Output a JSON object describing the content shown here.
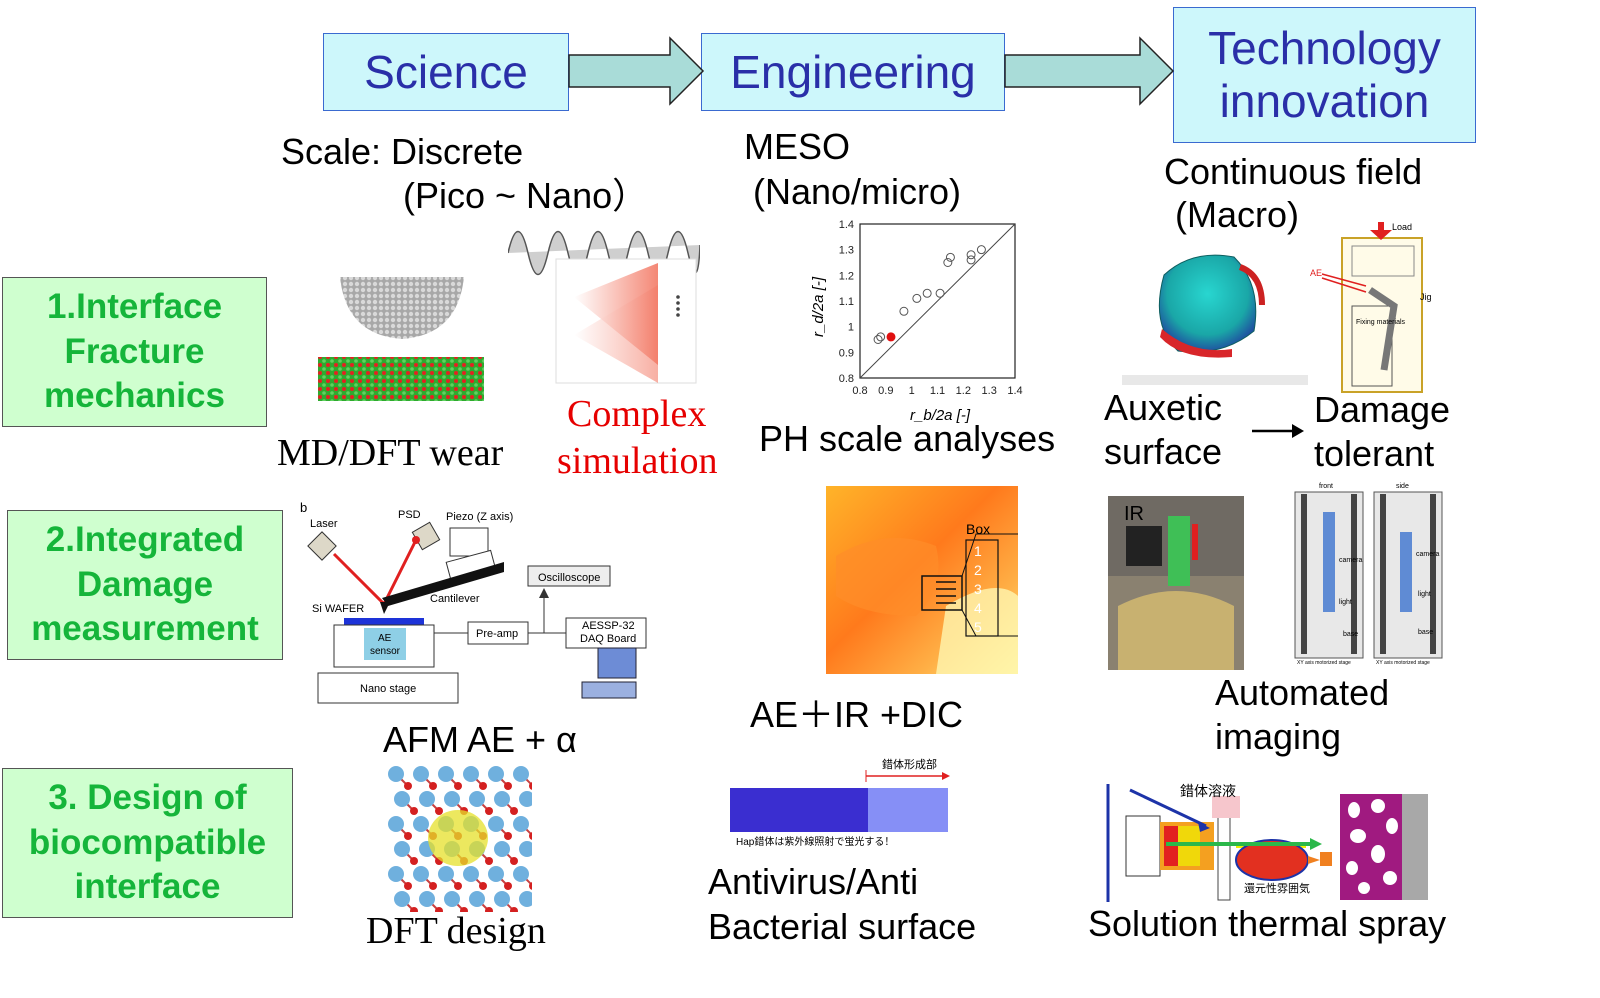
{
  "stages": {
    "science": "Science",
    "engineering": "Engineering",
    "technology_line1": "Technology",
    "technology_line2": "innovation"
  },
  "scales": {
    "science_line1": "Scale:  Discrete",
    "science_line2": "(Pico ~ Nano）",
    "engineering_line1": "MESO",
    "engineering_line2": "(Nano/micro)",
    "technology_line1": "Continuous field",
    "technology_line2": "(Macro)"
  },
  "rows": [
    {
      "line1": "1.Interface",
      "line2": "Fracture",
      "line3": "mechanics"
    },
    {
      "line1": "2.Integrated",
      "line2": "Damage",
      "line3": "measurement"
    },
    {
      "line1": "3. Design of",
      "line2": "biocompatible",
      "line3": "interface"
    }
  ],
  "captions": {
    "md_dft_wear": "MD/DFT wear",
    "complex_line1": "Complex",
    "complex_line2": "simulation",
    "ph_scale": "PH scale analyses",
    "auxetic_line1": "Auxetic",
    "auxetic_line2": "surface",
    "damage_line1": "Damage",
    "damage_line2": "tolerant",
    "afm_ae": "AFM AE + α",
    "ae_ir_dic": "AE＋IR +DIC",
    "automated_line1": "Automated",
    "automated_line2": "imaging",
    "dft_design": "DFT design",
    "antivirus_line1": "Antivirus/Anti",
    "antivirus_line2": "Bacterial surface",
    "solution_spray": "Solution thermal spray"
  },
  "colors": {
    "stage_fill": "#cdf7fb",
    "stage_text": "#2a2fa8",
    "row_fill": "#cfffcf",
    "row_text": "#15b53a",
    "complex_text": "#e60000",
    "arrow_fill": "#a9dcd8"
  },
  "afm_diagram": {
    "panel_letter": "b",
    "laser": "Laser",
    "psd": "PSD",
    "piezo": "Piezo (Z axis)",
    "oscilloscope": "Oscilloscope",
    "cantilever": "Cantilever",
    "si_wafer": "Si WAFER",
    "ae_sensor_1": "AE",
    "ae_sensor_2": "sensor",
    "pre_amp": "Pre-amp",
    "daq_1": "AESSP-32",
    "daq_2": "DAQ Board",
    "nano_stage": "Nano stage"
  },
  "ph_plot": {
    "xlabel": "r_b/2a [-]",
    "ylabel": "r_d/2a [-]",
    "x_ticks": [
      "0.8",
      "0.9",
      "1",
      "1.1",
      "1.2",
      "1.3",
      "1.4"
    ],
    "y_ticks": [
      "1.4",
      "1.3",
      "1.2",
      "1.1",
      "1",
      "0.9",
      "0.8"
    ]
  },
  "ir_image": {
    "box_label": "Box",
    "box_numbers": [
      "1",
      "2",
      "3",
      "4",
      "5"
    ]
  },
  "damage_tolerant_image": {
    "load": "Load",
    "ae": "AE",
    "jig": "Jig",
    "fixing": "Fixing materials"
  },
  "automated_images": {
    "front": "front",
    "side": "side",
    "camera": "camera",
    "light": "light",
    "base": "base",
    "stage_label": "XY axis motorized stage",
    "ir": "IR"
  },
  "antivirus_image": {
    "top_label": "錯体形成部",
    "bottom_label": "Hap錯体は紫外線照射で蛍光する！"
  },
  "spray_image": {
    "top_label": "錯体溶液",
    "bottom_label": "還元性雰囲気"
  }
}
